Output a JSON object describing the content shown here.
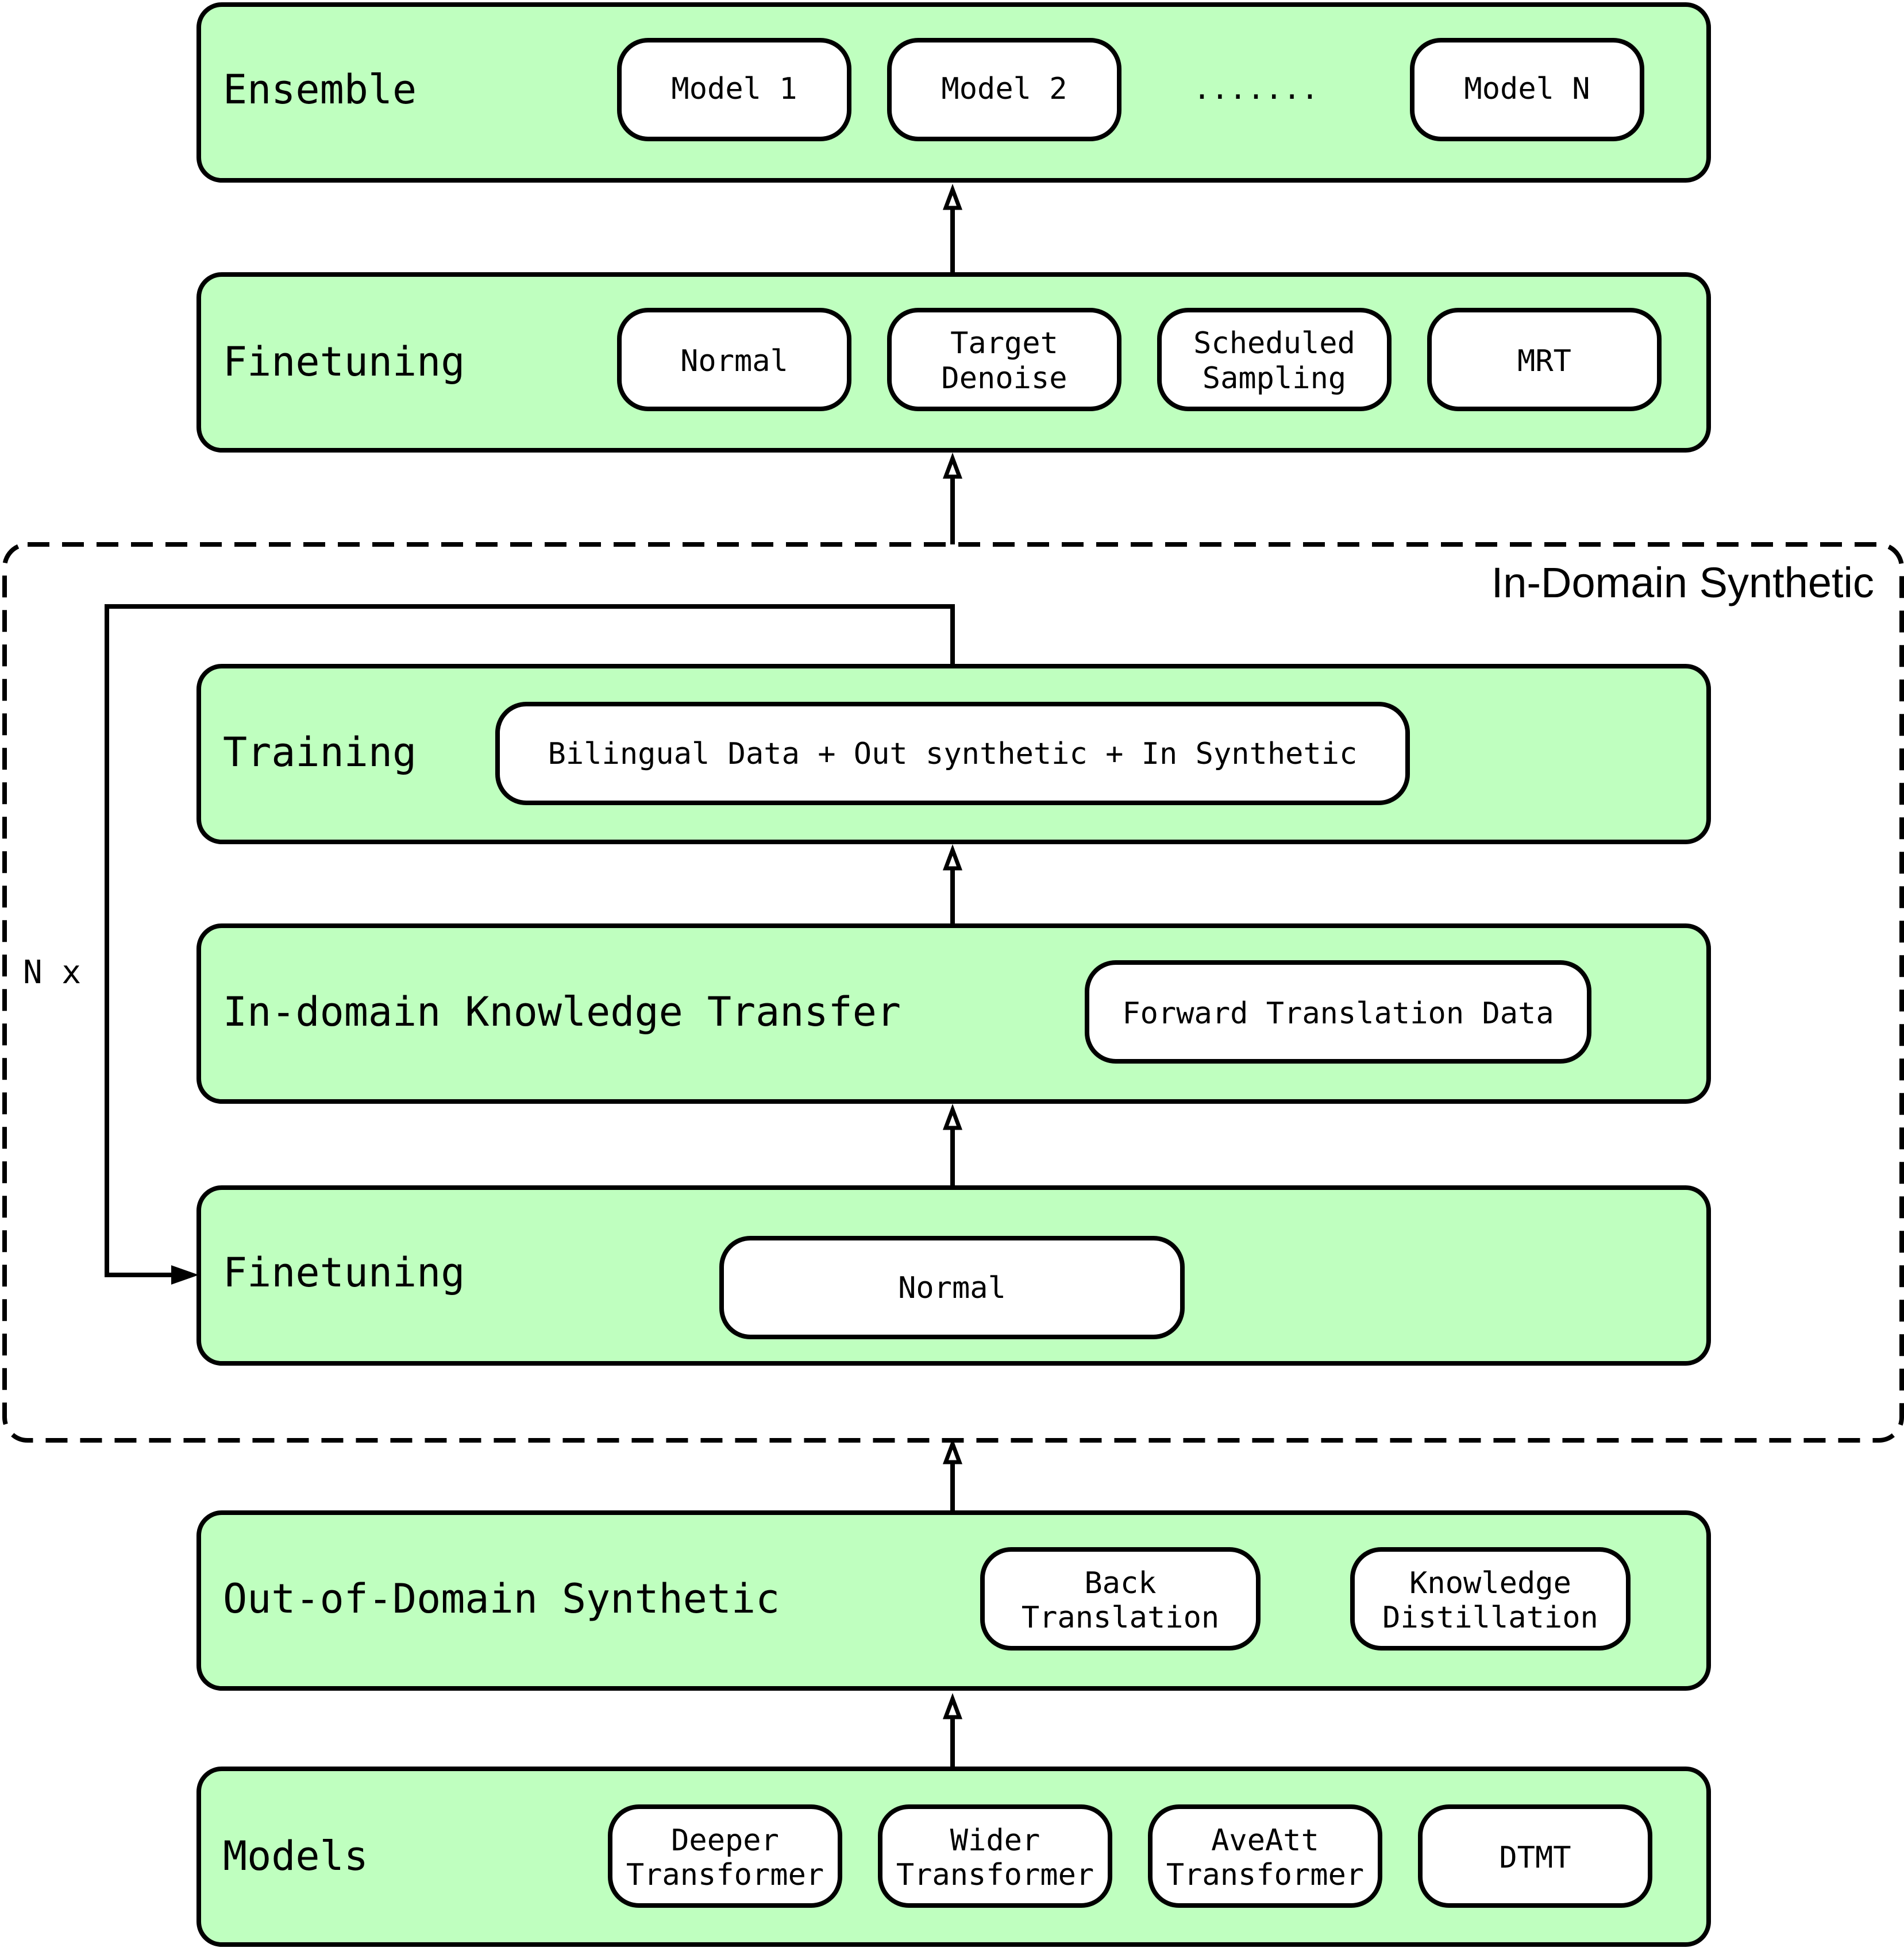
{
  "group": {
    "label": "In-Domain Synthetic",
    "loop_label": "N x"
  },
  "stages": {
    "ensemble": {
      "title": "Ensemble",
      "items": [
        "Model 1",
        "Model 2",
        ".......",
        "Model N"
      ]
    },
    "finetuning_top": {
      "title": "Finetuning",
      "items": [
        [
          "Normal"
        ],
        [
          "Target",
          "Denoise"
        ],
        [
          "Scheduled",
          "Sampling"
        ],
        [
          "MRT"
        ]
      ]
    },
    "training": {
      "title": "Training",
      "items": [
        "Bilingual Data + Out synthetic + In Synthetic"
      ]
    },
    "knowledge_transfer": {
      "title": "In-domain Knowledge Transfer",
      "items": [
        "Forward Translation Data"
      ]
    },
    "finetuning_inner": {
      "title": "Finetuning",
      "items": [
        "Normal"
      ]
    },
    "out_of_domain": {
      "title": "Out-of-Domain Synthetic",
      "items": [
        [
          "Back",
          "Translation"
        ],
        [
          "Knowledge",
          "Distillation"
        ]
      ]
    },
    "models": {
      "title": "Models",
      "items": [
        [
          "Deeper",
          "Transformer"
        ],
        [
          "Wider",
          "Transformer"
        ],
        [
          "AveAtt",
          "Transformer"
        ],
        [
          "DTMT"
        ]
      ]
    }
  }
}
